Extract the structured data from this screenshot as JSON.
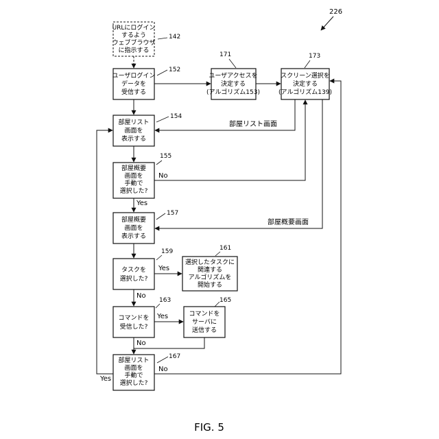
{
  "figure_number": "226",
  "caption": "FIG. 5",
  "nodes": {
    "n142": {
      "ref": "142",
      "lines": [
        "URLにログイン",
        "するよう",
        "ウェブブラウザ",
        "に指示する"
      ]
    },
    "n152": {
      "ref": "152",
      "lines": [
        "ユーザログイン",
        "データを",
        "受信する"
      ]
    },
    "n171": {
      "ref": "171",
      "lines": [
        "ユーザアクセスを",
        "決定する",
        "(アルゴリズム153)"
      ]
    },
    "n173": {
      "ref": "173",
      "lines": [
        "スクリーン選択を",
        "決定する",
        "(アルゴリズム139)"
      ]
    },
    "n154": {
      "ref": "154",
      "lines": [
        "部屋リスト",
        "画面を",
        "表示する"
      ]
    },
    "n155": {
      "ref": "155",
      "lines": [
        "部屋概要",
        "画面を",
        "手動で",
        "選択した?"
      ]
    },
    "n157": {
      "ref": "157",
      "lines": [
        "部屋概要",
        "画面を",
        "表示する"
      ]
    },
    "n159": {
      "ref": "159",
      "lines": [
        "タスクを",
        "選択した?"
      ]
    },
    "n161": {
      "ref": "161",
      "lines": [
        "選択したタスクに",
        "関連する",
        "アルゴリズムを",
        "開始する"
      ]
    },
    "n163": {
      "ref": "163",
      "lines": [
        "コマンドを",
        "受信した?"
      ]
    },
    "n165": {
      "ref": "165",
      "lines": [
        "コマンドを",
        "サーバに",
        "送信する"
      ]
    },
    "n167": {
      "ref": "167",
      "lines": [
        "部屋リスト",
        "画面を",
        "手動で",
        "選択した?"
      ]
    }
  },
  "edge_labels": {
    "room_list_screen": "部屋リスト画面",
    "room_summary_screen": "部屋概要画面",
    "no_155": "No",
    "yes_155": "Yes",
    "yes_159": "Yes",
    "no_159": "No",
    "yes_163": "Yes",
    "no_163": "No",
    "no_167": "No",
    "yes_167": "Yes"
  }
}
